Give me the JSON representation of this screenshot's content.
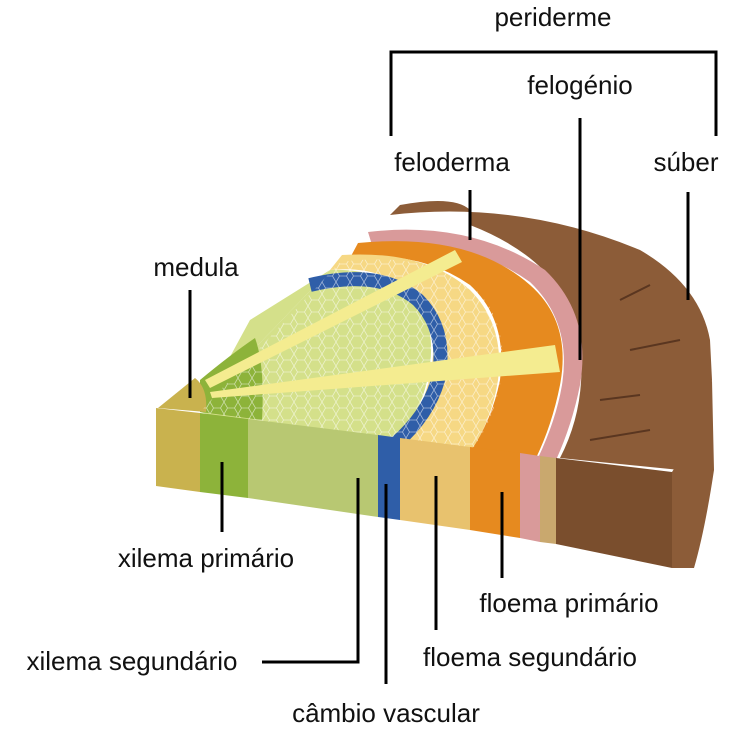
{
  "labels": {
    "periderme": "periderme",
    "felogenio": "felogénio",
    "feloderma": "feloderma",
    "suber": "súber",
    "medula": "medula",
    "xilema_primario": "xilema primário",
    "xilema_secundario": "xilema segundário",
    "cambio_vascular": "câmbio vascular",
    "floema_primario": "floema primário",
    "floema_secundario": "floema segundário"
  },
  "colors": {
    "medula": "#c9b24e",
    "xilema_primario": "#8db33a",
    "xilema_secundario": "#b8c872",
    "xilema_secundario_top": "#d4e08a",
    "cambio_vascular": "#2f5ea8",
    "floema_secundario": "#e8c26e",
    "floema_secundario_top": "#f6d884",
    "floema_primario": "#e68a1f",
    "feloderma": "#d99a9a",
    "felogenio": "#c9a86e",
    "suber": "#7a4e2d",
    "suber_top": "#8c5c38",
    "raio": "#f4ec90"
  }
}
